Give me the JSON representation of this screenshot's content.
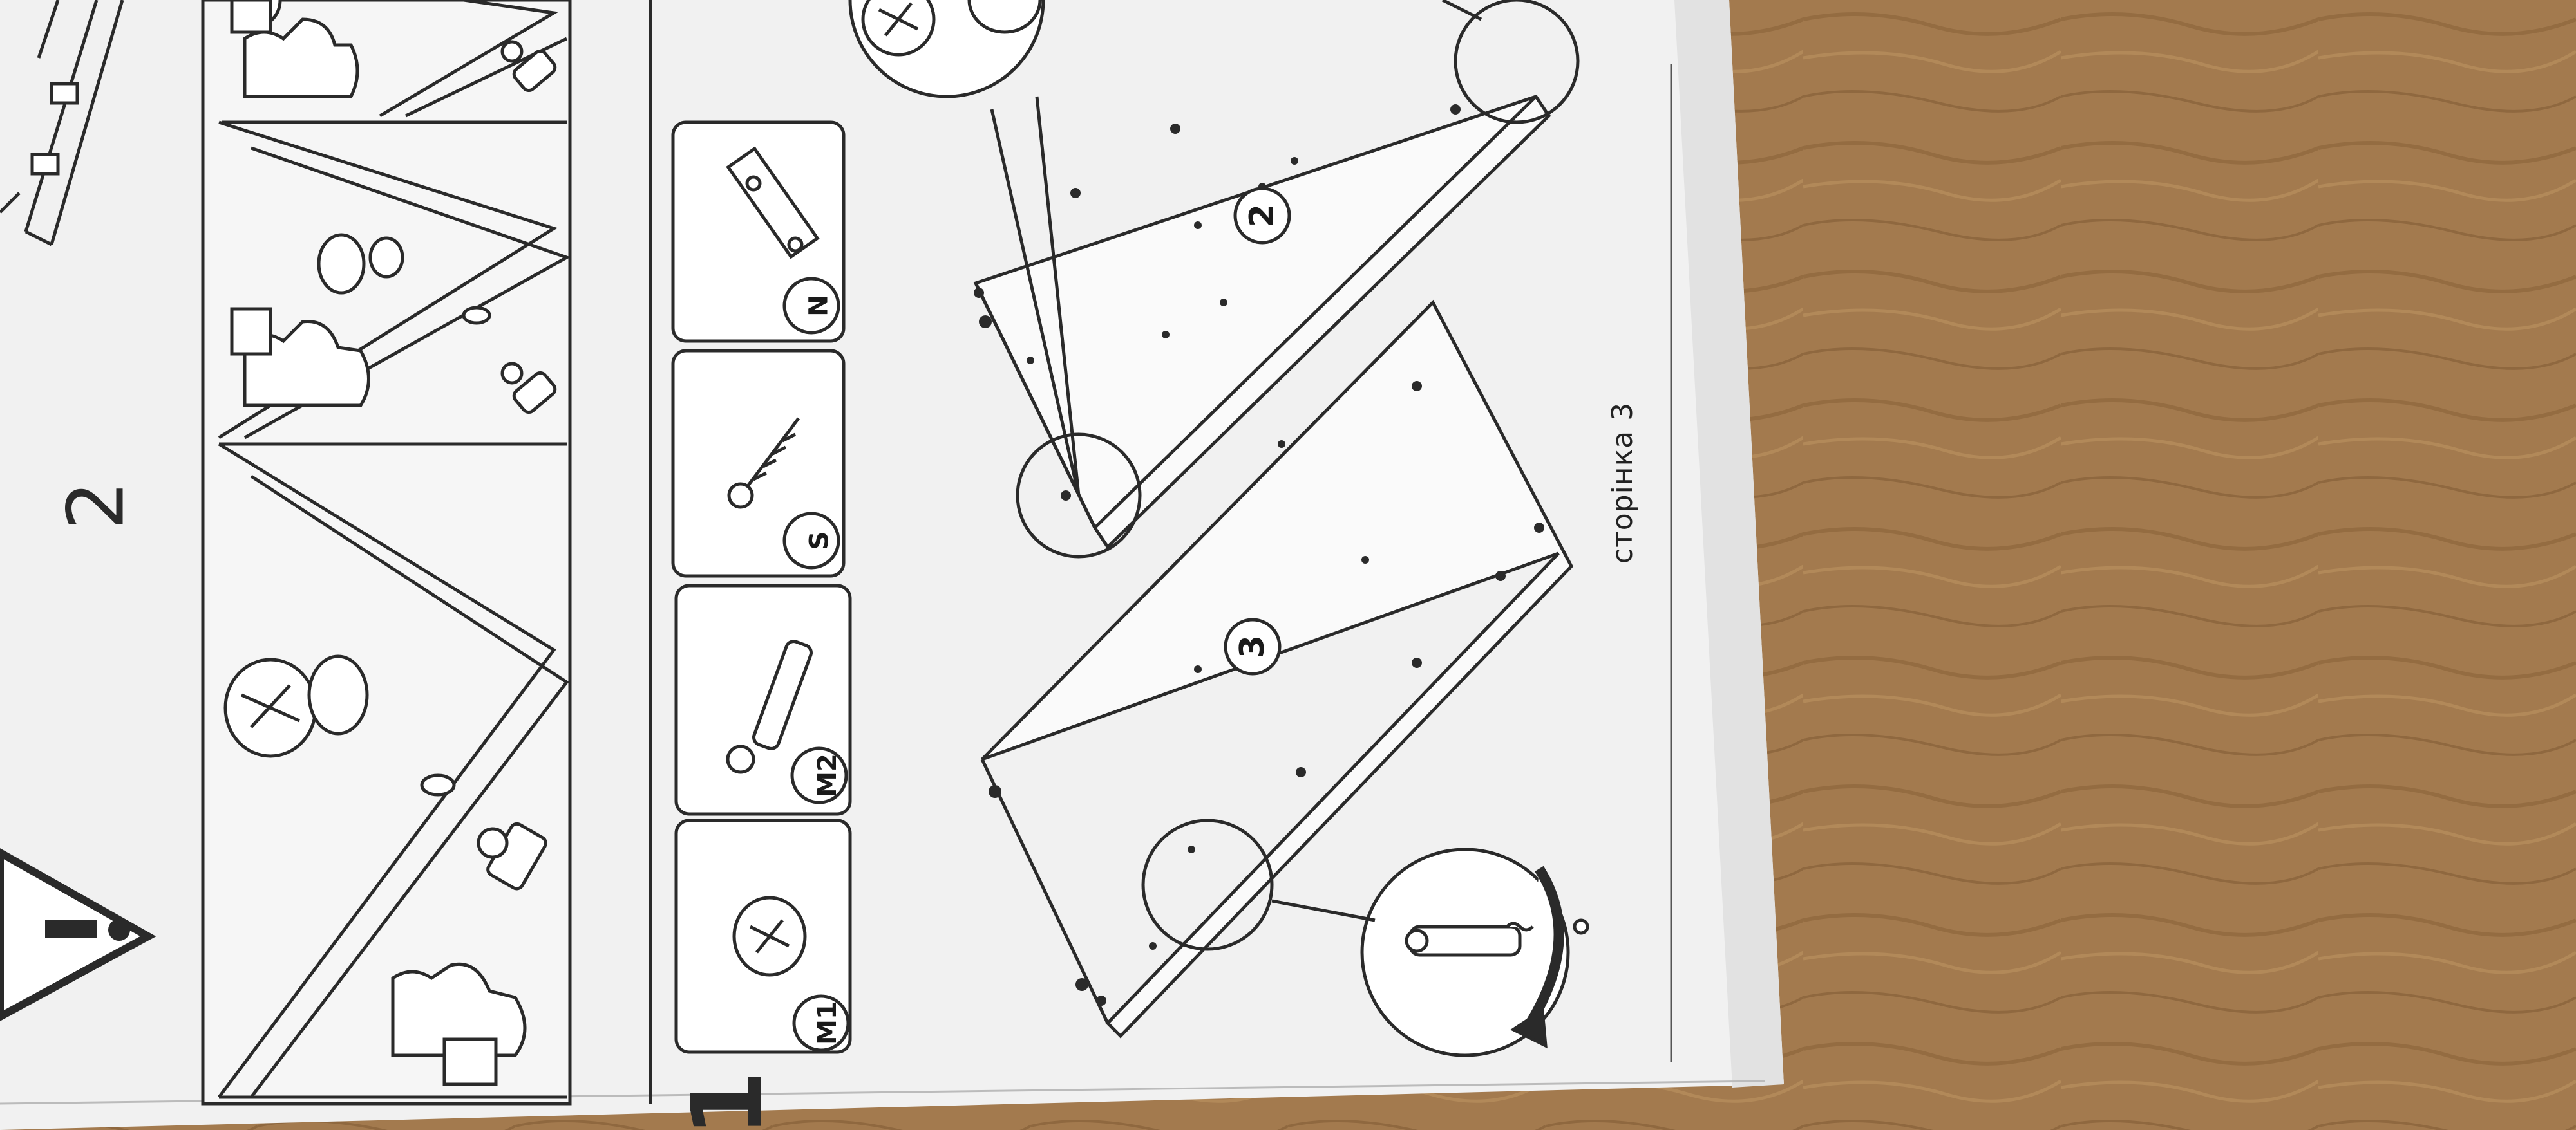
{
  "page": {
    "label": "сторінка 3"
  },
  "steps": [
    {
      "number": "1"
    },
    {
      "number": "2"
    }
  ],
  "warning": {
    "icon": "warning-triangle-icon"
  },
  "parts": [
    {
      "code": "M1",
      "icon": "cam-lock-icon"
    },
    {
      "code": "M2",
      "icon": "cam-dowel-icon"
    },
    {
      "code": "S",
      "icon": "screw-icon"
    },
    {
      "code": "N",
      "icon": "connector-plate-icon"
    }
  ],
  "panels": [
    {
      "number": "2"
    },
    {
      "number": "3"
    }
  ],
  "colors": {
    "paper": "#efefef",
    "ink": "#2a2a2a",
    "table": "#a37a4e"
  }
}
